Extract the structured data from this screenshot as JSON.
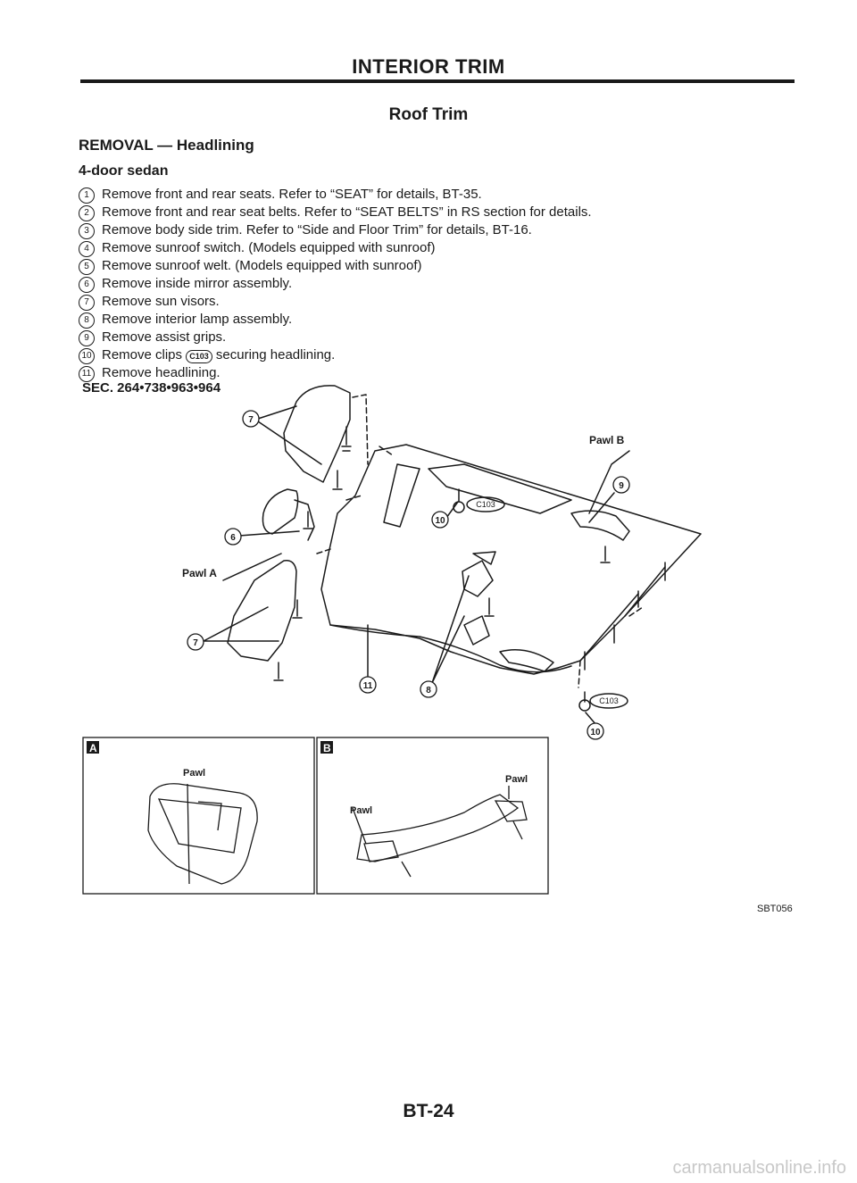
{
  "header": {
    "title": "INTERIOR TRIM"
  },
  "section": {
    "title": "Roof Trim"
  },
  "removal": {
    "title": "REMOVAL — Headlining",
    "variant": "4-door sedan"
  },
  "steps": [
    {
      "num": "1",
      "text": "Remove front and rear seats. Refer to “SEAT” for details, BT-35."
    },
    {
      "num": "2",
      "text": "Remove front and rear seat belts. Refer to “SEAT BELTS” in RS section for details."
    },
    {
      "num": "3",
      "text": "Remove body side trim. Refer to “Side and Floor Trim” for details, BT-16."
    },
    {
      "num": "4",
      "text": "Remove sunroof switch. (Models equipped with sunroof)"
    },
    {
      "num": "5",
      "text": "Remove sunroof welt. (Models equipped with sunroof)"
    },
    {
      "num": "6",
      "text": "Remove inside mirror assembly."
    },
    {
      "num": "7",
      "text": "Remove sun visors."
    },
    {
      "num": "8",
      "text": "Remove interior lamp assembly."
    },
    {
      "num": "9",
      "text": "Remove assist grips."
    },
    {
      "num": "10",
      "text": "Remove clips",
      "clip": "C103",
      "text_after": "securing headlining."
    },
    {
      "num": "11",
      "text": "Remove headlining."
    }
  ],
  "diagram": {
    "section_label": "SEC. 264•738•963•964",
    "callouts": {
      "c7a": "7",
      "c6": "6",
      "c7b": "7",
      "c9": "9",
      "c10a": "10",
      "c11": "11",
      "c8": "8",
      "c10b": "10"
    },
    "pawl_a": "Pawl A",
    "pawl_b": "Pawl B",
    "clip_a": "C103",
    "clip_b": "C103",
    "inset_a": {
      "letter": "A",
      "pawl": "Pawl"
    },
    "inset_b": {
      "letter": "B",
      "pawl_right": "Pawl",
      "pawl_left": "Pawl"
    },
    "figure_code": "SBT056"
  },
  "footer": {
    "page_number": "BT-24",
    "watermark": "carmanualsonline.info"
  }
}
